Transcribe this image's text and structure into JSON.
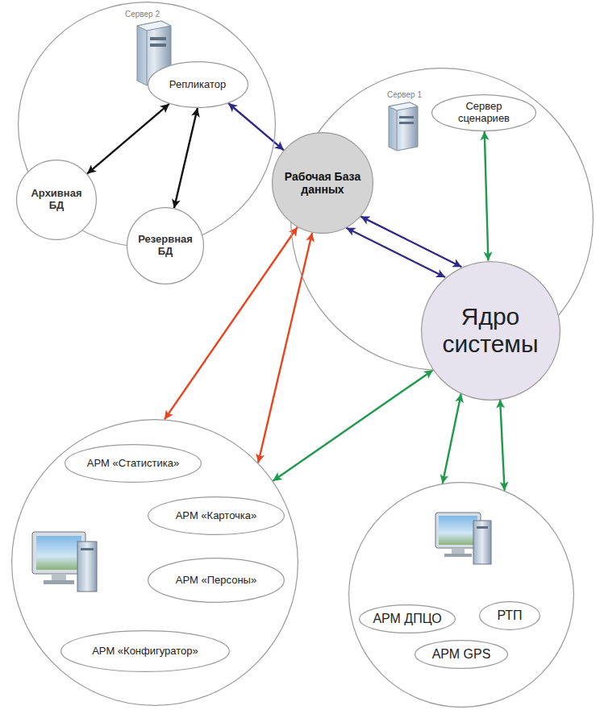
{
  "diagram": {
    "nodes": [
      {
        "text": [
          "Сервер 2"
        ]
      },
      {
        "text": [
          "Репликатор"
        ],
        "in": 0
      },
      {
        "text": [
          "Архивная БД"
        ],
        "in": 0
      },
      {
        "text": [
          "Резервная БД"
        ],
        "in": 0
      },
      {
        "text": [
          "Сервер 1"
        ]
      },
      {
        "text": [
          "Сервер сценариев"
        ],
        "in": 4
      },
      {
        "text": [
          "Ядро системы"
        ],
        "in": 4
      },
      {
        "text": [
          "Рабочая База данных"
        ]
      },
      {
        "text": []
      },
      {
        "text": [
          "АРМ «Статистика»"
        ],
        "in": 8
      },
      {
        "text": [
          "АРМ «Карточка»"
        ],
        "in": 8
      },
      {
        "text": [
          "АРМ «Персоны»"
        ],
        "in": 8
      },
      {
        "text": [
          "АРМ «Конфигуратор»"
        ],
        "in": 8
      },
      {
        "text": []
      },
      {
        "text": [
          "АРМ ДПЦО"
        ],
        "in": 13
      },
      {
        "text": [
          "РТП"
        ],
        "in": 13
      },
      {
        "text": [
          "АРМ GPS"
        ],
        "in": 13
      }
    ],
    "edges": [
      {
        "from": 1,
        "to": 2,
        "arrow": "both"
      },
      {
        "from": 1,
        "to": 3,
        "arrow": "both"
      },
      {
        "from": 1,
        "to": 7,
        "arrow": "both"
      },
      {
        "from": 7,
        "to": 6,
        "arrow": "both"
      },
      {
        "from": 7,
        "to": 6,
        "arrow": "both"
      },
      {
        "from": 5,
        "to": 6,
        "arrow": "both"
      },
      {
        "from": 7,
        "to": 8,
        "arrow": "both"
      },
      {
        "from": 7,
        "to": 8,
        "arrow": "both"
      },
      {
        "from": 6,
        "to": 8,
        "arrow": "both"
      },
      {
        "from": 6,
        "to": 13,
        "arrow": "both"
      },
      {
        "from": 6,
        "to": 13,
        "arrow": "both"
      }
    ]
  }
}
